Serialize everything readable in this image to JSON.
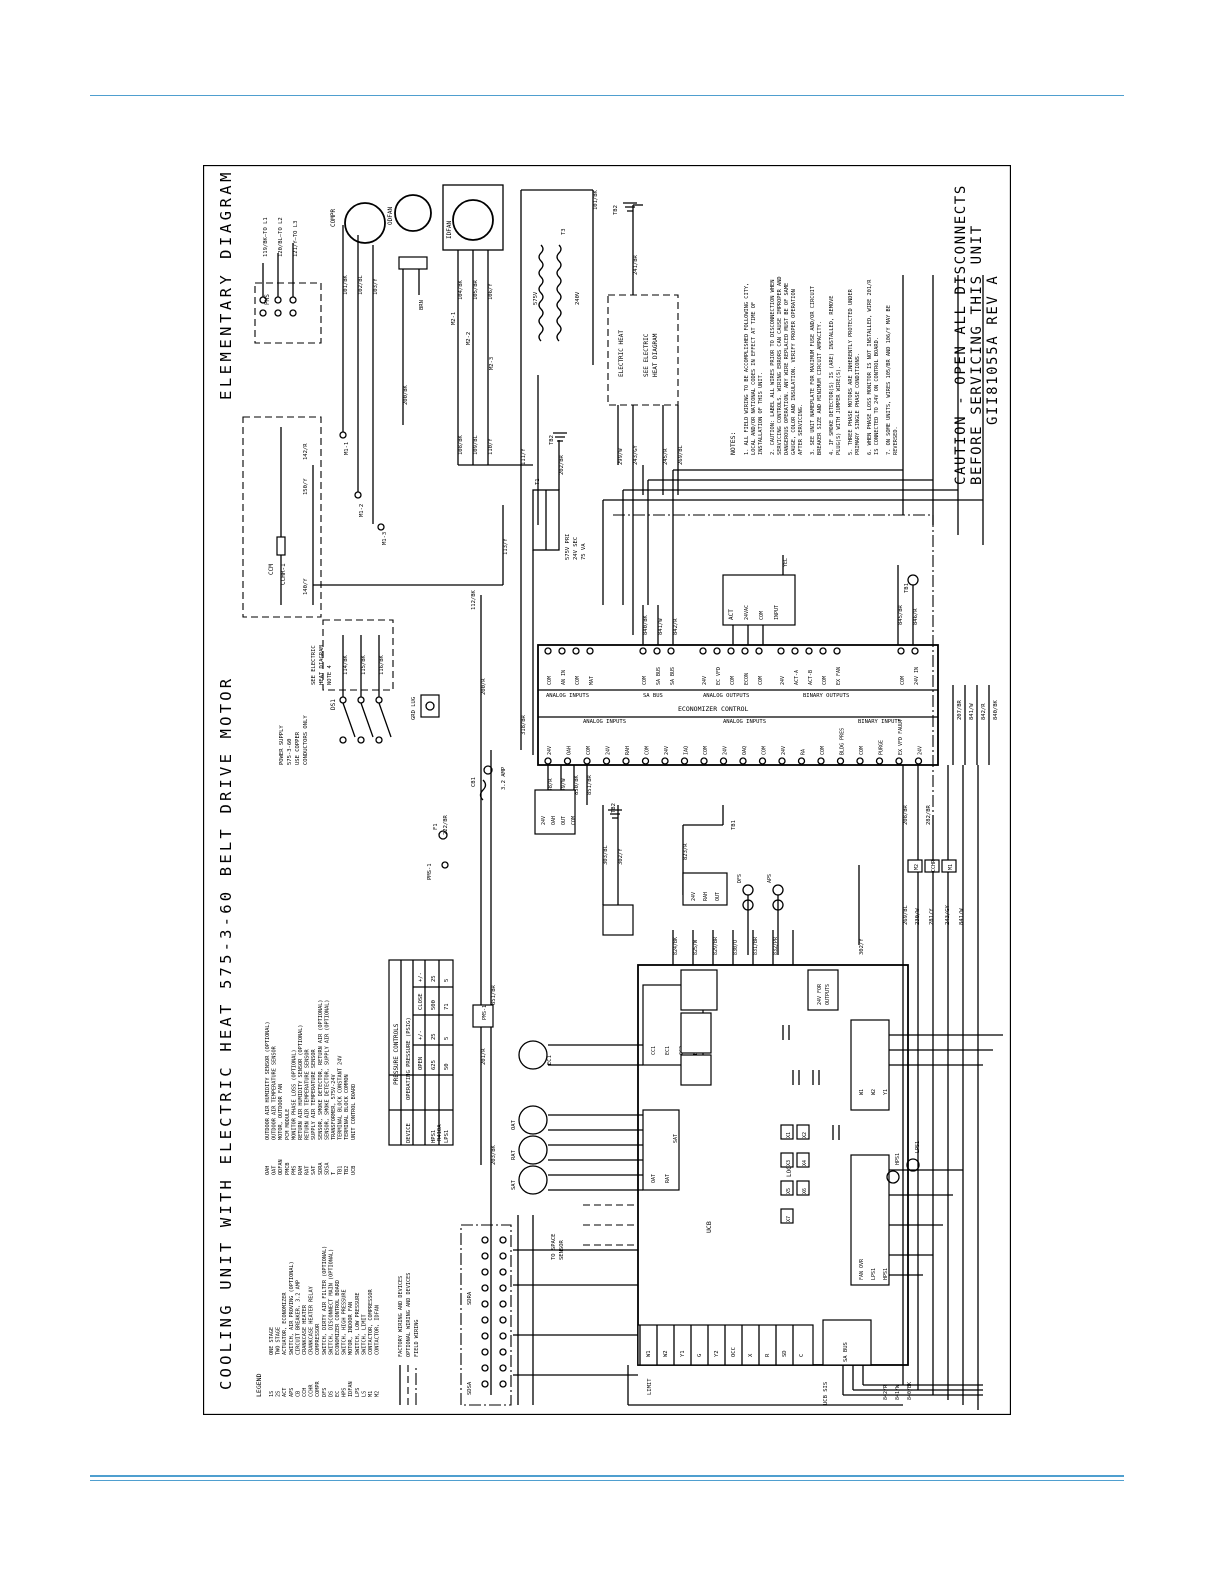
{
  "diagram": {
    "title": "COOLING UNIT WITH ELECTRIC HEAT 575-3-60 BELT DRIVE MOTOR",
    "header": "ELEMENTARY DIAGRAM",
    "caution": [
      "CAUTION - OPEN ALL DISCONNECTS",
      "BEFORE SERVICING THIS UNIT"
    ],
    "drawing_number": "GII81055A   REV A",
    "legend": {
      "heading": "LEGEND",
      "col1": [
        {
          "code": "1S",
          "desc": "ONE STAGE"
        },
        {
          "code": "2S",
          "desc": "TWO STAGE"
        },
        {
          "code": "ACT",
          "desc": "ACTUATOR, ECONOMIZER"
        },
        {
          "code": "APS",
          "desc": "SWITCH, AIR PROVING (OPTIONAL)"
        },
        {
          "code": "CB",
          "desc": "CIRCUIT BREAKER, 3.2 AMP"
        },
        {
          "code": "CCH",
          "desc": "CRANKCASE HEATER"
        },
        {
          "code": "CCHR",
          "desc": "CRANKCASE HEATER RELAY"
        },
        {
          "code": "COMPR",
          "desc": "COMPRESSOR"
        },
        {
          "code": "DFS",
          "desc": "SWITCH, DIRTY AIR FILTER (OPTIONAL)"
        },
        {
          "code": "DS",
          "desc": "SWITCH, DISCONNECT MAIN (OPTIONAL)"
        },
        {
          "code": "EC",
          "desc": "ECONOMIZER CONTROL BOARD"
        },
        {
          "code": "HPS",
          "desc": "SWITCH, HIGH PRESSURE"
        },
        {
          "code": "IDFAN",
          "desc": "MOTOR, INDOOR FAN"
        },
        {
          "code": "LPS",
          "desc": "SWITCH, LOW PRESSURE"
        },
        {
          "code": "LS",
          "desc": "SWITCH, LIMIT"
        },
        {
          "code": "M1",
          "desc": "CONTACTOR, COMPRESSOR"
        },
        {
          "code": "M2",
          "desc": "CONTACTOR, IDFAN"
        }
      ],
      "col2": [
        {
          "code": "OAH",
          "desc": "OUTDOOR AIR HUMIDITY SENSOR (OPTIONAL)"
        },
        {
          "code": "OAT",
          "desc": "OUTDOOR AIR TEMPERATURE SENSOR"
        },
        {
          "code": "ODFAN",
          "desc": "MOTOR, OUTDOOR FAN"
        },
        {
          "code": "PMCB",
          "desc": "PCM MODULE"
        },
        {
          "code": "PMS",
          "desc": "MONITOR PHASE LOSS (OPTIONAL)"
        },
        {
          "code": "RAH",
          "desc": "RETURN AIR HUMIDITY SENSOR (OPTIONAL)"
        },
        {
          "code": "RAT",
          "desc": "RETURN AIR TEMPERATURE SENSOR"
        },
        {
          "code": "SAT",
          "desc": "SUPPLY AIR TEMPERATURE SENSOR"
        },
        {
          "code": "SDRA",
          "desc": "SENSOR, SMOKE DETECTOR, RETURN AIR (OPTIONAL)"
        },
        {
          "code": "SDSA",
          "desc": "SENSOR, SMOKE DETECTOR, SUPPLY AIR (OPTIONAL)"
        },
        {
          "code": "T",
          "desc": "TRANSFORMER, 575V-24V"
        },
        {
          "code": "TB1",
          "desc": "TERMINAL BLOCK CONSTANT 24V"
        },
        {
          "code": "TB2",
          "desc": "TERMINAL BLOCK COMMON"
        },
        {
          "code": "UCB",
          "desc": "UNIT CONTROL BOARD"
        }
      ],
      "wiring": [
        {
          "desc": "FACTORY WIRING AND DEVICES"
        },
        {
          "desc": "OPTIONAL WIRING AND DEVICES"
        },
        {
          "desc": "FIELD WIRING"
        }
      ]
    },
    "pressure_table": {
      "title": "PRESSURE CONTROLS",
      "headers": [
        "DEVICE",
        "OPERATING PRESSURE (PSIG)"
      ],
      "subheaders": [
        "OPEN",
        "+/-",
        "CLOSE",
        "+/-"
      ],
      "refrigerant": "R410A",
      "rows": [
        [
          "HPS1",
          "625",
          "25",
          "500",
          "25"
        ],
        [
          "LPS1",
          "50",
          "5",
          "71",
          "5"
        ]
      ]
    },
    "power_supply": [
      "POWER SUPPLY",
      "575-3-60",
      "USE COPPER",
      "CONDUCTORS ONLY"
    ],
    "ground_lug": "GRD LUG",
    "see_electric_heat": [
      "SEE ELECTRIC",
      "HEAT DIAGRAM",
      "NOTE 4"
    ],
    "labels": {
      "economizer_control": "ECONOMIZER CONTROL",
      "analog_inputs": "ANALOG INPUTS",
      "analog_outputs": "ANALOG OUTPUTS",
      "binary_outputs": "BINARY OUTPUTS",
      "binary_inputs": "BINARY INPUTS",
      "sa_bus": "SA BUS",
      "act": "ACT",
      "tb1": "TB1",
      "tb2": "TB2",
      "t1": "T1",
      "t2": "T2",
      "t3": "T3",
      "cb": "CB1",
      "amp": "3.2 AMP",
      "transformer": [
        "575V PRI",
        "24V SEC",
        "75 VA"
      ],
      "compr": "COMPR",
      "odfan": "ODFAN",
      "idfan": "IDFAN",
      "electric_heat": "ELECTRIC HEAT",
      "see_heat": [
        "SEE ELECTRIC",
        "HEAT DIAGRAM"
      ],
      "ucb": "UCB",
      "logic": "LOGIC",
      "ucb_sis": "UCB SIS",
      "outputs_24v": [
        "24V FOR",
        "OUTPUTS"
      ],
      "space_sensor": [
        "TO SPACE",
        "SENSOR"
      ],
      "pms": "PMS-1",
      "ec1": "EC1",
      "oat": "OAT",
      "rat": "RAT",
      "sat": "SAT",
      "sdra": "SDRA",
      "sdsa": "SDSA",
      "limit": "LIMIT",
      "ds1": "DS1",
      "ccm": "CCM",
      "cchr": "CCHR-1"
    },
    "wires": [
      "101/BK",
      "102/BL",
      "103/Y",
      "104/BK",
      "105/BR",
      "106/Y",
      "108/BK",
      "109/BL",
      "110/Y",
      "111/Y",
      "112/BK",
      "113/Y",
      "200/BK",
      "201/R",
      "202/BR",
      "203/BK",
      "209/R",
      "241/BR",
      "243/GY",
      "245/R",
      "269/BL",
      "299/W",
      "302/Y",
      "303/BL",
      "318/BR",
      "823/R",
      "824/BK",
      "825/W",
      "829/BR",
      "830/O",
      "831/BR",
      "832/PR",
      "840/BK",
      "841/W",
      "842/R",
      "845/BR",
      "846/R",
      "851/BR",
      "853/BK",
      "854/W",
      "855/BL",
      "856/W",
      "857/GY",
      "858/R"
    ],
    "terminals_analog": [
      "COM",
      "AN IN",
      "COM",
      "MAT"
    ],
    "terminals_sa": [
      "COM",
      "SA BUS",
      "SA BUS"
    ],
    "terminals_aout": [
      "24V",
      "EC VFD",
      "COM",
      "ECON",
      "COM"
    ],
    "terminals_bout": [
      "24V",
      "ACT-A",
      "ACT-B",
      "COM",
      "EX FAN"
    ],
    "terminals_power": [
      "COM",
      "24V IN"
    ],
    "terminals_lower": [
      "24V",
      "OAH",
      "COM",
      "24V",
      "RAH",
      "COM",
      "24V",
      "IAQ",
      "COM",
      "24V",
      "OAQ",
      "COM",
      "24V",
      "RA",
      "COM",
      "BLDG PRES",
      "COM",
      "PURGE",
      "EX VFD FAULT",
      "24V"
    ],
    "ucb_terms": [
      "W1",
      "W2",
      "Y1",
      "G",
      "Y2",
      "OCC",
      "X",
      "R",
      "SD",
      "C"
    ],
    "relays": [
      "X1",
      "X2",
      "X3",
      "X4",
      "X5",
      "X6",
      "X7"
    ],
    "notes": {
      "heading": "NOTES:",
      "items": [
        "1. ALL FIELD WIRING TO BE ACCOMPLISHED FOLLOWING CITY, LOCAL AND/OR NATIONAL CODES IN EFFECT AT TIME OF INSTALLATION OF THIS UNIT.",
        "2. CAUTION: LABEL ALL WIRES PRIOR TO DISCONNECTION WHEN SERVICING CONTROLS. WIRING ERRORS CAN CAUSE IMPROPER AND DANGEROUS OPERATION. ANY WIRE REPLACED MUST BE OF SAME GAUGE, COLOR AND INSULATION. VERIFY PROPER OPERATION AFTER SERVICING.",
        "3. SEE UNIT NAMEPLATE FOR MAXIMUM FUSE AND/OR CIRCUIT BREAKER SIZE AND MINIMUM CIRCUIT AMPACITY.",
        "4. IF SMOKE DETECTOR(S) IS (ARE) INSTALLED, REMOVE PLUG(S) WITH JUMPER WIRE(S).",
        "5. THREE PHASE MOTORS ARE INHERENTLY PROTECTED UNDER PRIMARY SINGLE PHASE CONDITIONS.",
        "6. WHEN PHASE LOSS MONITOR IS NOT INSTALLED, WIRE 201/R IS CONNECTED TO 24V ON CONTROL BOARD.",
        "7. ON SOME UNITS, WIRES 105/BR AND 106/Y MAY BE REVERSED."
      ]
    }
  }
}
